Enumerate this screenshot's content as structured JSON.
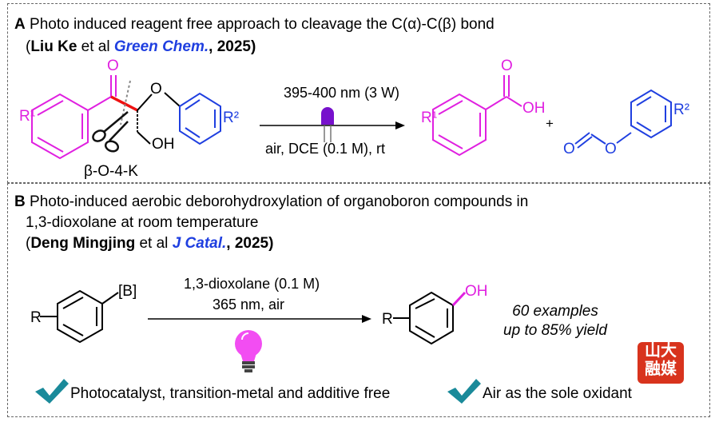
{
  "panel_a": {
    "letter": "A",
    "title": "Photo induced reagent free approach to cleavage the C(α)-C(β) bond",
    "citation_prefix": "(",
    "citation_author": "Liu Ke",
    "citation_etal": " et al ",
    "citation_journal": "Green Chem.",
    "citation_year": ", 2025)",
    "condition_top": "395-400 nm (3 W)",
    "condition_bottom": "air, DCE (0.1 M), rt",
    "substrate_label": "β-O-4-K",
    "labels": {
      "r1": "R¹",
      "r2": "R²",
      "oxygen": "O",
      "oh": "OH",
      "plus": "+"
    }
  },
  "panel_b": {
    "letter": "B",
    "title_line1": "Photo-induced aerobic deborohydroxylation of organoboron compounds in",
    "title_line2": "1,3-dioxolane at room temperature",
    "citation_prefix": "(",
    "citation_author": "Deng Mingjing",
    "citation_etal": " et al ",
    "citation_journal": "J Catal.",
    "citation_year": ", 2025)",
    "condition_top": "1,3-dioxolane (0.1 M)",
    "condition_bottom": "365 nm, air",
    "boron_label": "[B]",
    "r_label": "R",
    "oh_label": "OH",
    "note_line1": "60 examples",
    "note_line2": "up to 85% yield",
    "feature1": "Photocatalyst, transition-metal and additive free",
    "feature2": "Air as the sole oxidant",
    "logo_line1": "山大",
    "logo_line2": "融媒"
  },
  "colors": {
    "magenta": "#e020e0",
    "blue": "#1f3fe0",
    "red": "#ee1111",
    "purple": "#7711cc",
    "check": "#1a8a9a"
  }
}
